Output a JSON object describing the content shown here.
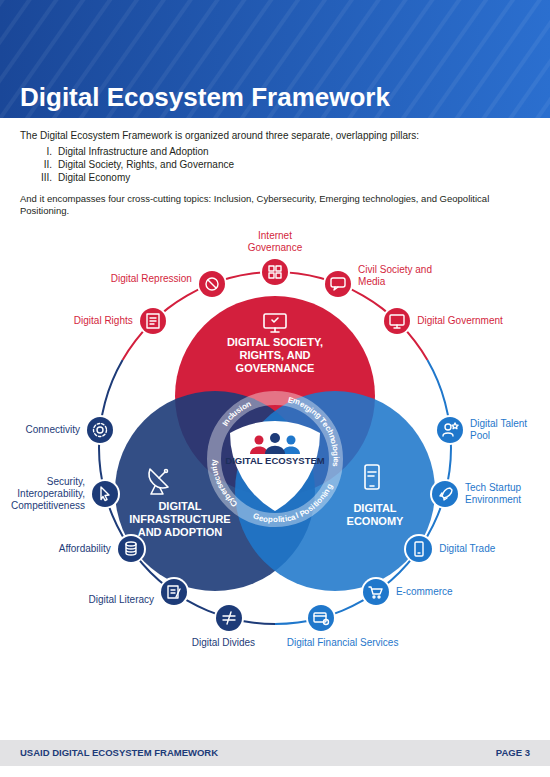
{
  "diagram": {
    "title": "Digital Ecosystem Framework",
    "nodes": [
      {
        "text": [
          "DIGITAL SOCIETY, RIGHTS, AND GOVERNANCE"
        ]
      },
      {
        "text": [
          "DIGITAL INFRASTRUCTURE AND ADOPTION"
        ]
      },
      {
        "text": [
          "DIGITAL ECONOMY"
        ]
      },
      {
        "text": [
          "DIGITAL ECOSYSTEM"
        ]
      },
      {
        "text": [
          "Internet Governance"
        ]
      },
      {
        "text": [
          "Civil Society and Media"
        ]
      },
      {
        "text": [
          "Digital Government"
        ]
      },
      {
        "text": [
          "Digital Talent Pool"
        ]
      },
      {
        "text": [
          "Tech Startup Environment"
        ]
      },
      {
        "text": [
          "Digital Trade"
        ]
      },
      {
        "text": [
          "E-commerce"
        ]
      },
      {
        "text": [
          "Digital Financial Services"
        ]
      },
      {
        "text": [
          "Digital Divides"
        ]
      },
      {
        "text": [
          "Digital Literacy"
        ]
      },
      {
        "text": [
          "Affordability"
        ]
      },
      {
        "text": [
          "Security, Interoperability, Competitiveness"
        ]
      },
      {
        "text": [
          "Connectivity"
        ]
      },
      {
        "text": [
          "Digital Rights"
        ]
      },
      {
        "text": [
          "Digital Repression"
        ]
      }
    ],
    "labels": [
      "The Digital Ecosystem Framework is organized around three separate, overlapping pillars:",
      "I.",
      "Digital Infrastructure and Adoption",
      "II.",
      "Digital Society, Rights, and Governance",
      "III.",
      "Digital Economy",
      "And it encompasses four cross-cutting topics: Inclusion, Cybersecurity, Emerging technologies, and Geopolitical Positioning.",
      "Inclusion",
      "Emerging Technologies",
      "Cybersecurity",
      "Geopolitical Positioning",
      "USAID DIGITAL ECOSYSTEM FRAMEWORK",
      "PAGE 3"
    ]
  }
}
